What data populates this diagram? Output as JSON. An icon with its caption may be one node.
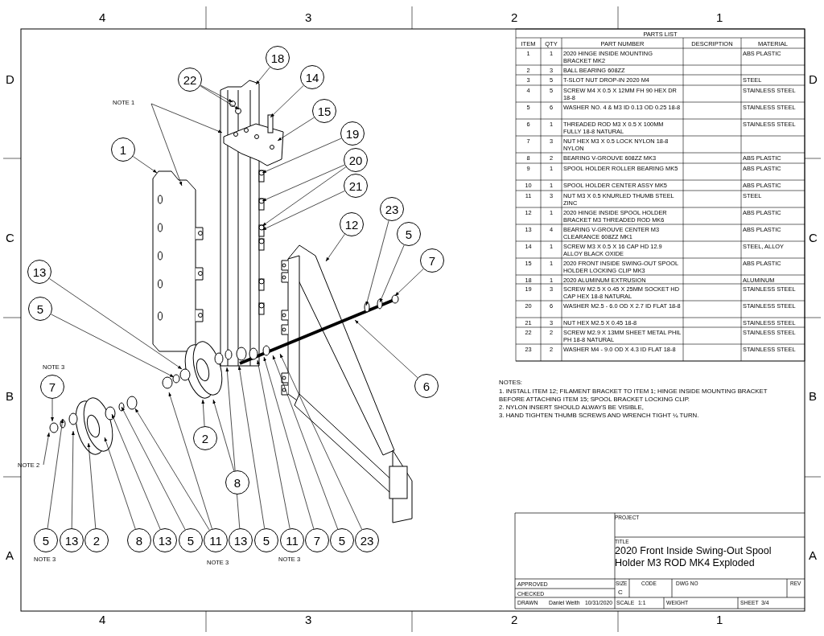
{
  "diagram": {
    "nodes": [
      {
        "text": [
          "18"
        ]
      },
      {
        "text": [
          "22"
        ]
      },
      {
        "text": [
          "14"
        ]
      },
      {
        "text": [
          "NOTE 1"
        ]
      },
      {
        "text": [
          "15"
        ]
      },
      {
        "text": [
          "19"
        ]
      },
      {
        "text": [
          "1"
        ]
      },
      {
        "text": [
          "20"
        ]
      },
      {
        "text": [
          "21"
        ]
      },
      {
        "text": [
          "23"
        ]
      },
      {
        "text": [
          "12"
        ]
      },
      {
        "text": [
          "5"
        ]
      },
      {
        "text": [
          "7"
        ]
      },
      {
        "text": [
          "13"
        ]
      },
      {
        "text": [
          "5"
        ]
      },
      {
        "text": [
          "7"
        ]
      },
      {
        "text": [
          "6"
        ]
      },
      {
        "text": [
          "2"
        ]
      },
      {
        "text": [
          "NOTE 2"
        ]
      },
      {
        "text": [
          "8"
        ]
      },
      {
        "text": [
          "5"
        ]
      },
      {
        "text": [
          "13"
        ]
      },
      {
        "text": [
          "2"
        ]
      },
      {
        "text": [
          "8"
        ]
      },
      {
        "text": [
          "13"
        ]
      },
      {
        "text": [
          "5"
        ]
      },
      {
        "text": [
          "11"
        ]
      },
      {
        "text": [
          "13"
        ]
      },
      {
        "text": [
          "5"
        ]
      },
      {
        "text": [
          "11"
        ]
      },
      {
        "text": [
          "7"
        ]
      },
      {
        "text": [
          "5"
        ]
      },
      {
        "text": [
          "23"
        ]
      }
    ],
    "edges": [
      {
        "from": 0,
        "to": null,
        "arrow": "to"
      },
      {
        "from": 1,
        "to": null,
        "arrow": "to"
      },
      {
        "from": 1,
        "to": null,
        "arrow": "to"
      },
      {
        "from": 2,
        "to": null,
        "arrow": "to"
      },
      {
        "from": 3,
        "to": null,
        "arrow": "to"
      },
      {
        "from": 3,
        "to": null,
        "arrow": "to"
      },
      {
        "from": 4,
        "to": null,
        "arrow": "to"
      },
      {
        "from": 5,
        "to": null,
        "arrow": "to"
      },
      {
        "from": 6,
        "to": null,
        "arrow": "to"
      },
      {
        "from": 7,
        "to": null,
        "arrow": "to"
      },
      {
        "from": 7,
        "to": null,
        "arrow": "to"
      },
      {
        "from": 8,
        "to": null,
        "arrow": "to"
      },
      {
        "from": 9,
        "to": null,
        "arrow": "to"
      },
      {
        "from": 10,
        "to": null,
        "arrow": "to"
      },
      {
        "from": 11,
        "to": null,
        "arrow": "to"
      },
      {
        "from": 12,
        "to": null,
        "arrow": "to"
      },
      {
        "from": 13,
        "to": null,
        "arrow": "to"
      },
      {
        "from": 14,
        "to": null,
        "arrow": "to"
      },
      {
        "from": 15,
        "to": null,
        "arrow": "to"
      },
      {
        "from": 16,
        "to": null,
        "arrow": "to"
      },
      {
        "from": 17,
        "to": null,
        "arrow": "to"
      },
      {
        "from": 18,
        "to": null,
        "arrow": "to"
      },
      {
        "from": 19,
        "to": null,
        "arrow": "to"
      },
      {
        "from": 20,
        "to": null,
        "arrow": "to"
      },
      {
        "from": 21,
        "to": null,
        "arrow": "to"
      },
      {
        "from": 22,
        "to": null,
        "arrow": "to"
      },
      {
        "from": 23,
        "to": null,
        "arrow": "to"
      },
      {
        "from": 24,
        "to": null,
        "arrow": "to"
      },
      {
        "from": 25,
        "to": null,
        "arrow": "to"
      },
      {
        "from": 26,
        "to": null,
        "arrow": "to"
      },
      {
        "from": 26,
        "to": null,
        "arrow": "to"
      },
      {
        "from": 27,
        "to": null,
        "arrow": "to"
      },
      {
        "from": 28,
        "to": null,
        "arrow": "to"
      },
      {
        "from": 29,
        "to": null,
        "arrow": "to"
      },
      {
        "from": 30,
        "to": null,
        "arrow": "to"
      },
      {
        "from": 31,
        "to": null,
        "arrow": "to"
      },
      {
        "from": 32,
        "to": null,
        "arrow": "to"
      }
    ],
    "labels": [
      "4",
      "3",
      "2",
      "1",
      "D",
      "C",
      "B",
      "A",
      "D",
      "C",
      "B",
      "A",
      "NOTE 3",
      "NOTE 3",
      "NOTE 3",
      "NOTE 3",
      "PARTS LIST",
      "ITEM",
      "QTY",
      "PART NUMBER",
      "DESCRIPTION",
      "MATERIAL",
      "1",
      "1",
      "2020 HINGE INSIDE MOUNTING BRACKET MK2",
      "ABS PLASTIC",
      "2",
      "3",
      "BALL BEARING 608ZZ",
      "3",
      "5",
      "T-SLOT NUT DROP-IN 2020 M4",
      "STEEL",
      "4",
      "5",
      "SCREW M4 X 0.5 X 12MM FH 90 HEX DR 18-8",
      "STAINLESS STEEL",
      "5",
      "6",
      "WASHER NO. 4 & M3 ID 0.13 OD 0.25 18-8",
      "STAINLESS STEEL",
      "6",
      "1",
      "THREADED ROD M3 X 0.5 X 100MM FULLY 18-8 NATURAL",
      "STAINLESS STEEL",
      "7",
      "3",
      "NUT HEX M3 X 0.5 LOCK NYLON 18-8 NYLON",
      "8",
      "2",
      "BEARING V-GROUVE 608ZZ MK3",
      "ABS PLASTIC",
      "9",
      "1",
      "SPOOL HOLDER ROLLER BEARING MK5",
      "ABS PLASTIC",
      "10",
      "1",
      "SPOOL HOLDER CENTER ASSY MK5",
      "ABS PLASTIC",
      "11",
      "3",
      "NUT M3 X 0.5 KNURLED THUMB STEEL ZINC",
      "STEEL",
      "12",
      "1",
      "2020 HINGE INSIDE SPOOL HOLDER BRACKET M3 THREADED ROD MK6",
      "ABS PLASTIC",
      "13",
      "4",
      "BEARING V-GROUVE CENTER M3 CLEARANCE 608ZZ MK1",
      "ABS PLASTIC",
      "14",
      "1",
      "SCREW M3 X 0.5 X 16 CAP HD 12.9 ALLOY BLACK OXIDE",
      "STEEL, ALLOY",
      "15",
      "1",
      "2020 FRONT INSIDE SWING-OUT SPOOL HOLDER LOCKING CLIP MK3",
      "ABS PLASTIC",
      "18",
      "1",
      "2020 ALUMINUM EXTRUSION",
      "ALUMINUM",
      "19",
      "3",
      "SCREW M2.5 X 0.45 X 25MM SOCKET HD CAP HEX 18-8 NATURAL",
      "STAINLESS STEEL",
      "20",
      "6",
      "WASHER M2.5 - 6.0 OD X 2.7 ID FLAT 18-8",
      "STAINLESS STEEL",
      "21",
      "3",
      "NUT HEX M2.5 X 0.45 18-8",
      "STAINLESS STEEL",
      "22",
      "2",
      "SCREW M2.9 X 13MM SHEET METAL PHIL PH 18-8 NATURAL",
      "STAINLESS STEEL",
      "23",
      "2",
      "WASHER M4 - 9.0 OD X 4.3 ID FLAT 18-8",
      "STAINLESS STEEL",
      "NOTES:",
      "1. INSTALL ITEM 12; FILAMENT BRACKET TO ITEM 1; HINGE INSIDE MOUNTING BRACKET BEFORE ATTACHING ITEM 15; SPOOL BRACKET LOCKING CLIP.",
      "2. NYLON INSERT SHOULD ALWAYS BE VISIBLE,",
      "3. HAND TIGHTEN THUMB SCREWS AND WRENCH TIGHT ¼ TURN.",
      "PROJECT",
      "TITLE",
      "2020 Front Inside Swing-Out Spool Holder M3 ROD MK4 Exploded",
      "APPROVED",
      "CHECKED",
      "DRAWN",
      "Daniel Weith",
      "10/31/2020",
      "SIZE",
      "C",
      "CODE",
      "DWG NO",
      "REV",
      "SCALE",
      "1:1",
      "WEIGHT",
      "SHEET",
      "3/4",
      "4",
      "3",
      "2",
      "1"
    ]
  }
}
